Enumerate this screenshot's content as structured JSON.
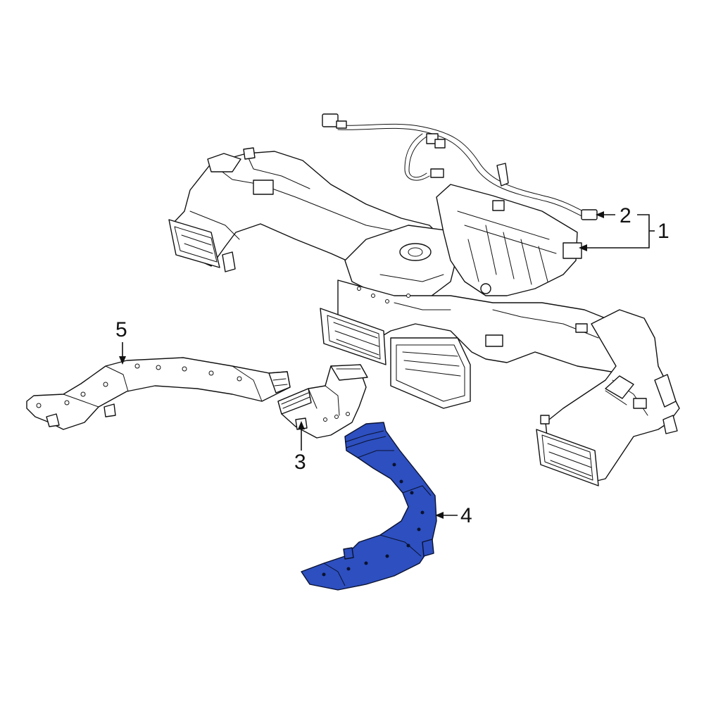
{
  "callouts": {
    "c1": "1",
    "c2": "2",
    "c3": "3",
    "c4": "4",
    "c5": "5"
  },
  "colors": {
    "highlight": "#2d4fbf",
    "line": "#111111",
    "background": "#ffffff"
  },
  "highlighted_part": "4"
}
